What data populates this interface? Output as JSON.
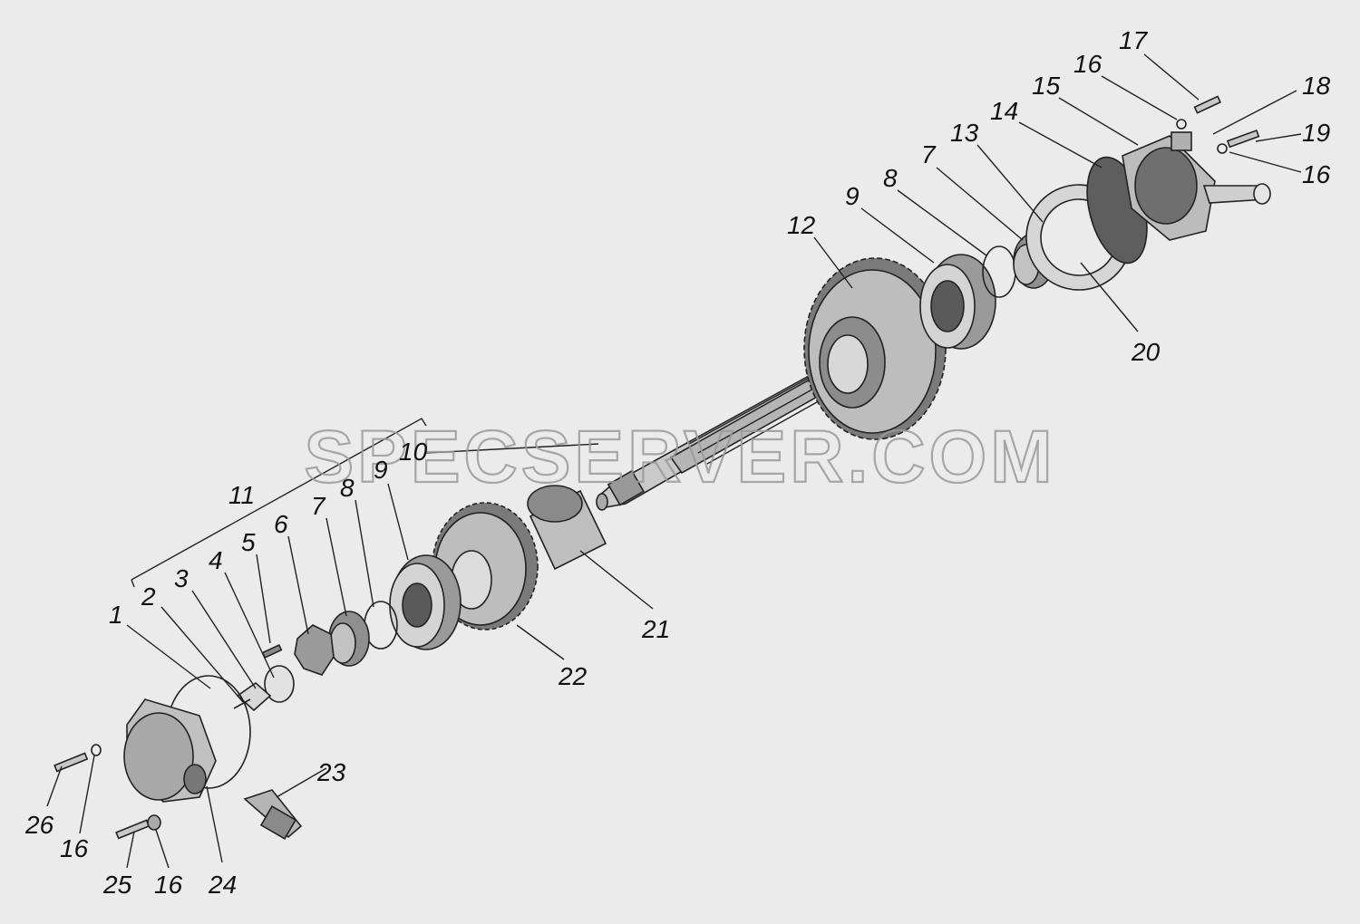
{
  "watermark": "SPECSERVER.COM",
  "labels": {
    "l1": "1",
    "l2": "2",
    "l3": "3",
    "l4": "4",
    "l5": "5",
    "l6": "6",
    "l7a": "7",
    "l8a": "8",
    "l9a": "9",
    "l10": "10",
    "l11": "11",
    "l12": "12",
    "l9b": "9",
    "l8b": "8",
    "l7b": "7",
    "l13": "13",
    "l14": "14",
    "l15": "15",
    "l16a": "16",
    "l17": "17",
    "l18": "18",
    "l19": "19",
    "l16b": "16",
    "l20": "20",
    "l21": "21",
    "l22": "22",
    "l23": "23",
    "l24": "24",
    "l25": "25",
    "l16c": "16",
    "l26": "26",
    "l16d": "16"
  }
}
